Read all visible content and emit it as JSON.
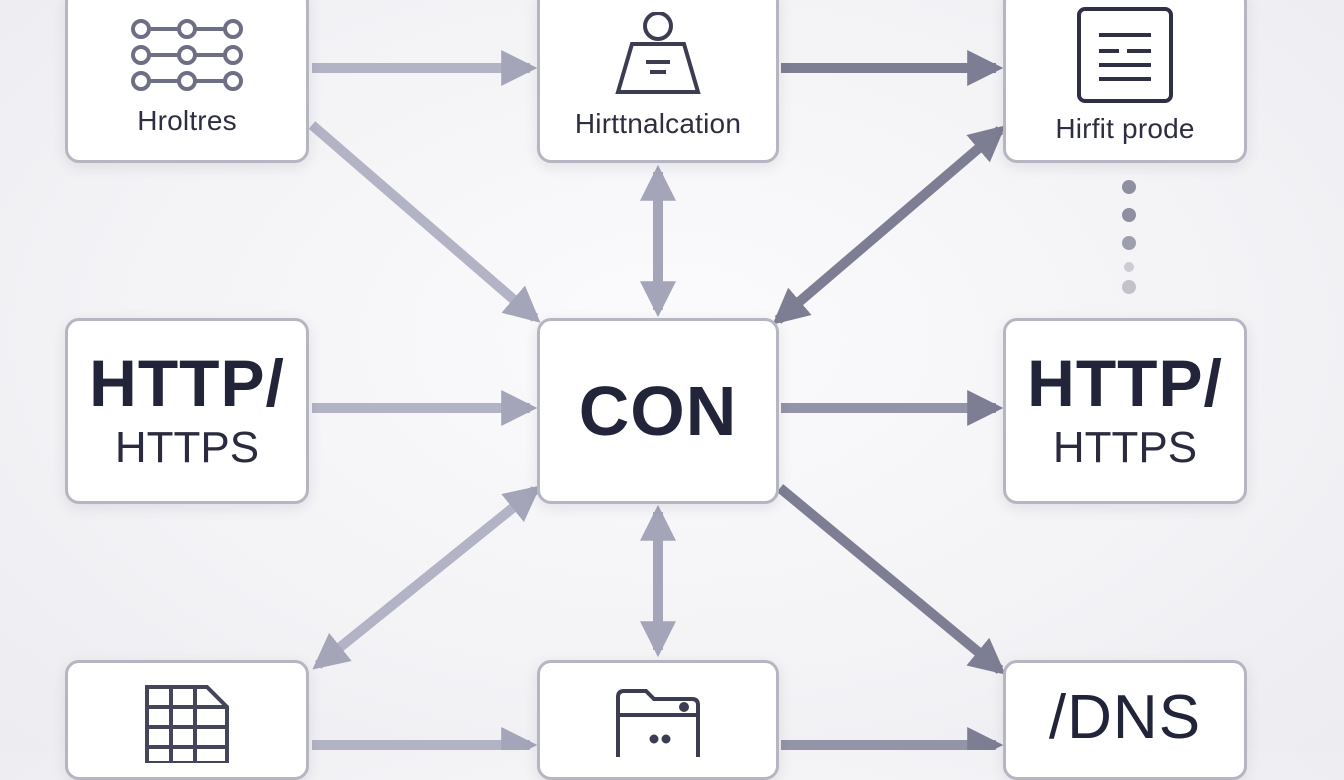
{
  "nodes": {
    "top_left": {
      "label": "Hroltres",
      "icon": "node-graph-icon"
    },
    "top_mid": {
      "label": "Hirttnalcation",
      "icon": "user-desk-icon"
    },
    "top_right": {
      "label": "Hirfit prode",
      "icon": "document-icon"
    },
    "mid_left": {
      "title": "HTTP/",
      "subtitle": "HTTPS"
    },
    "center": {
      "label": "CON"
    },
    "mid_right": {
      "title": "HTTP/",
      "subtitle": "HTTPS"
    },
    "bot_left": {
      "icon": "grid-document-icon"
    },
    "bot_mid": {
      "icon": "folder-window-icon"
    },
    "bot_right": {
      "title": "/DNS"
    }
  },
  "colors": {
    "arrow": "#a4a5b8",
    "arrow_dark": "#7d7e93",
    "node_border": "#b6b6c2",
    "text": "#22243a"
  }
}
